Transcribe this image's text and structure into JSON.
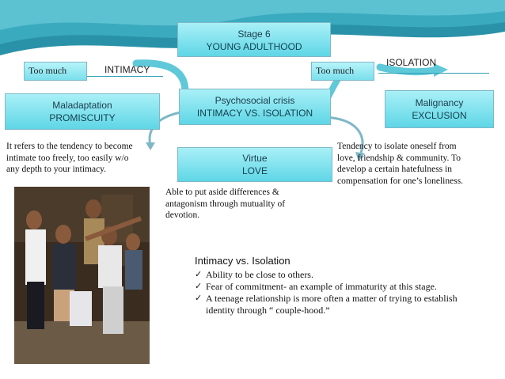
{
  "stage": {
    "line1": "Stage 6",
    "line2": "YOUNG ADULTHOOD"
  },
  "too_much_left": "Too much",
  "intimacy_label": "INTIMACY",
  "too_much_right": "Too much",
  "isolation_label": "ISOLATION",
  "maladaptation": {
    "line1": "Maladaptation",
    "line2": "PROMISCUITY"
  },
  "crisis": {
    "line1": "Psychosocial crisis",
    "line2": "INTIMACY VS. ISOLATION"
  },
  "malignancy": {
    "line1": "Malignancy",
    "line2": "EXCLUSION"
  },
  "virtue": {
    "line1": "Virtue",
    "line2": "LOVE"
  },
  "left_text": [
    "It refers to the tendency to become",
    "intimate too freely, too easily w/o",
    "any depth to your intimacy."
  ],
  "right_text": [
    "Tendency to isolate oneself from",
    "love, friendship & community. To",
    "develop a certain hatefulness in",
    "compensation for one’s loneliness."
  ],
  "center_text": [
    "Able to put aside differences &",
    "antagonism through mutuality of",
    "devotion."
  ],
  "summary": {
    "heading": "Intimacy vs. Isolation",
    "items": [
      "Ability to be close to others.",
      "Fear of commitment- an example of immaturity at this stage.",
      "A teenage relationship is more often a matter of trying to establish identity through “ couple-hood.”"
    ]
  },
  "colors": {
    "accent": "#2f9fb5",
    "box_top": "#a9f0f7",
    "box_bottom": "#5fd6e6",
    "band": "#2a92a8"
  },
  "icons": [
    "check-icon",
    "curved-arrow-icon"
  ]
}
